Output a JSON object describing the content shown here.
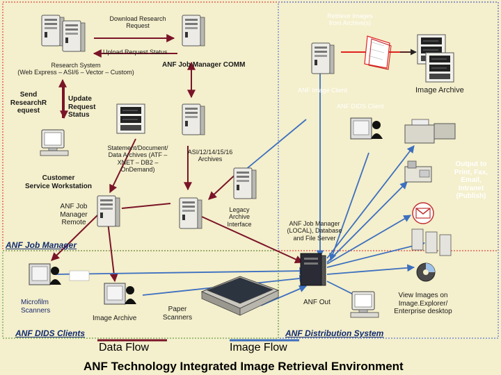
{
  "labels": {
    "download_research": "Download Research\nRequest",
    "retrieve_images": "Retrieve Images\nfrom Archive(s)",
    "upload_status": "Upload Request Status",
    "research_system": "Research System\n(Web Express – ASI/6 – Vector – Custom)",
    "job_manager_comm": "ANF Job Manager COMM",
    "send_research": "Send\nResearchR\nequest",
    "update_request": "Update\nRequest\nStatus",
    "image_client": "ANF Image Client",
    "image_archive_top": "Image Archive",
    "dids_client": "ANF DIDS Client",
    "statement_archives": "Statement/Document/\nData Archives (ATF –\nXNET – DB2 –\nOnDemand)",
    "asi_archives": "ASI/12/14/15/16\nArchives",
    "customer_ws": "Customer\nService Workstation",
    "output_to": "Output to\nPrint, Fax,\nEmail,\nIntranet\n(Publish)",
    "job_manager_remote": "ANF Job\nManager\nRemote",
    "legacy_archive": "Legacy\nArchive\nInterface",
    "job_manager_local": "ANF Job Manager\n(LOCAL), Database\nand File Server",
    "microfilm": "Microfilm\nScanners",
    "image_archive_bottom": "Image Archive",
    "paper_scanners": "Paper\nScanners",
    "anf_out": "ANF Out",
    "view_images": "View Images on\nImage.Explorer/\nEnterprise desktop"
  },
  "sections": {
    "job_manager": "ANF Job Manager",
    "dids_clients": "ANF DIDS Clients",
    "distribution": "ANF Distribution System"
  },
  "legend": {
    "data_flow": "Data Flow",
    "image_flow": "Image Flow"
  },
  "title": "ANF Technology Integrated Image Retrieval Environment",
  "colors": {
    "background": "#f4efcc",
    "data_flow": "#7a1428",
    "image_flow": "#3c6fc0",
    "region_red": "#d9473f",
    "region_blue": "#5b7bd0",
    "region_green": "#6aa04a",
    "section_text": "#102a6e"
  }
}
